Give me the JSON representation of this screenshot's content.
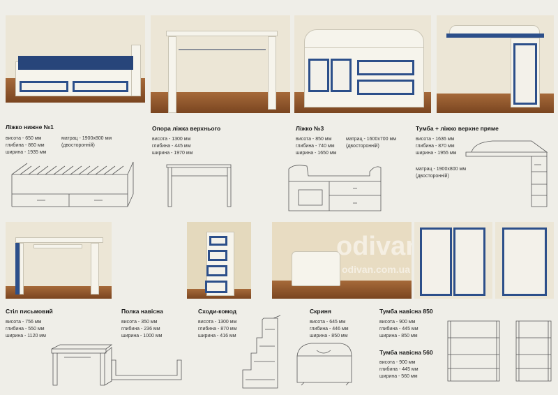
{
  "watermark": {
    "brand": "odivan",
    "url": "odivan.com.ua"
  },
  "items": {
    "bed_lower": {
      "title": "Ліжко нижне №1",
      "specs": [
        "висота - 650 мм",
        "глибина - 860 мм",
        "ширина - 1935 мм"
      ],
      "extra": [
        "матрац - 1900х800 мм",
        "(двосторонній)"
      ]
    },
    "support": {
      "title": "Опора ліжка верхнього",
      "specs": [
        "висота - 1300 мм",
        "глибина - 445 мм",
        "ширина - 1970 мм"
      ]
    },
    "bed3": {
      "title": "Ліжко №3",
      "specs": [
        "висота - 850 мм",
        "глибина - 740 мм",
        "ширина - 1650 мм"
      ],
      "extra": [
        "матрац - 1600х700 мм",
        "(двосторонній)"
      ]
    },
    "cabinet_bed": {
      "title": "Тумба + ліжко верхне пряме",
      "specs": [
        "висота - 1636 мм",
        "глибина - 870 мм",
        "ширина - 1955 мм"
      ],
      "extra": [
        "матрац - 1900х800 мм",
        "(двосторонній)"
      ]
    },
    "desk": {
      "title": "Стіл письмовий",
      "specs": [
        "висота - 756 мм",
        "глибина - 550 мм",
        "ширина - 1120 мм"
      ]
    },
    "shelf": {
      "title": "Полка навісна",
      "specs": [
        "висота - 350 мм",
        "глибина - 236 мм",
        "ширина - 1000 мм"
      ]
    },
    "stairs": {
      "title": "Сходи-комод",
      "specs": [
        "висота - 1300 мм",
        "глибина - 870 мм",
        "ширина - 416 мм"
      ]
    },
    "chest": {
      "title": "Скриня",
      "specs": [
        "висота - 645 мм",
        "глибина - 446 мм",
        "ширина - 850 мм"
      ]
    },
    "wall850": {
      "title": "Тумба навісна 850",
      "specs": [
        "висота - 900 мм",
        "глибина - 445 мм",
        "ширина - 850 мм"
      ]
    },
    "wall560": {
      "title": "Тумба навісна 560",
      "specs": [
        "висота - 900 мм",
        "глибина - 445 мм",
        "ширина - 560 мм"
      ]
    }
  }
}
